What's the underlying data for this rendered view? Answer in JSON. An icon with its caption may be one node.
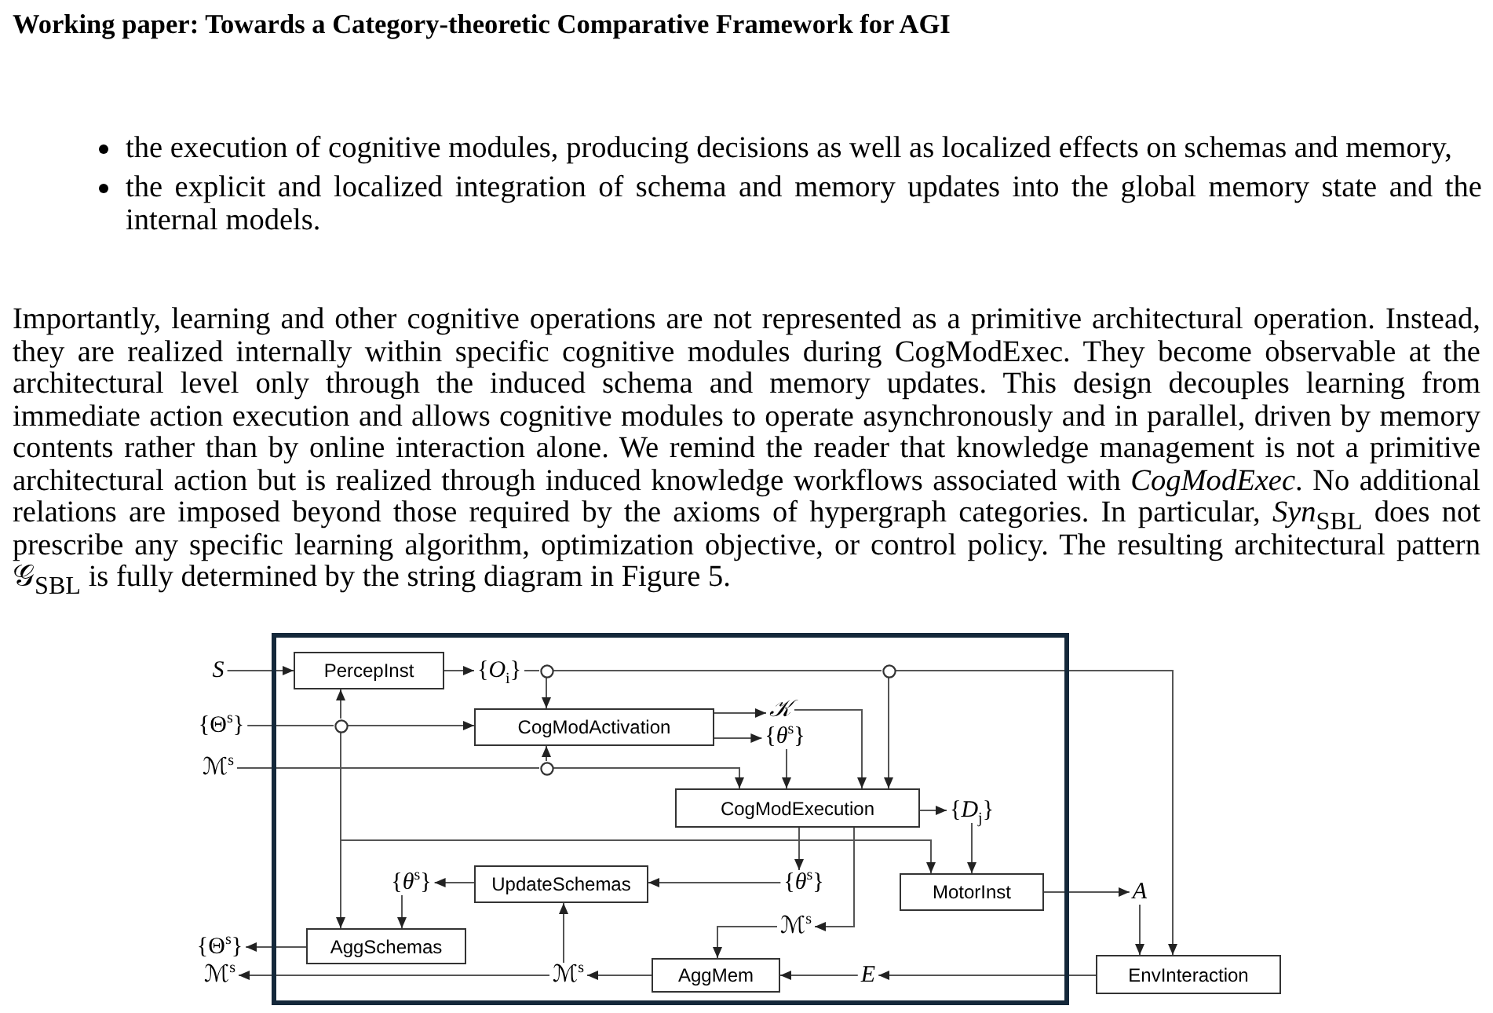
{
  "diagram": {
    "title": "Working paper: Towards a Category-theoretic Comparative Framework for AGI",
    "nodes": [
      {
        "text": [],
        "shape": "box"
      },
      {
        "text": [
          "S"
        ]
      },
      {
        "text": [
          "PercepInst"
        ],
        "in": 0
      },
      {
        "text": [
          "{*O*$_{i}$}"
        ],
        "in": 0
      },
      {
        "text": [],
        "shape": "circle",
        "in": 0
      },
      {
        "text": [],
        "shape": "circle",
        "in": 0
      },
      {
        "text": [
          "{Θ$^{s}$}"
        ]
      },
      {
        "text": [],
        "shape": "circle",
        "in": 0
      },
      {
        "text": [
          "CogModActivation"
        ],
        "in": 0
      },
      {
        "text": [
          "𝒦"
        ],
        "in": 0
      },
      {
        "text": [
          "{*θ*$^{s}$}"
        ],
        "in": 0
      },
      {
        "text": [
          "ℳ$^{s}$"
        ]
      },
      {
        "text": [],
        "shape": "circle",
        "in": 0
      },
      {
        "text": [
          "CogModExecution"
        ],
        "in": 0
      },
      {
        "text": [
          "{*D*$_{j}$}"
        ],
        "in": 0
      },
      {
        "text": [
          "{*θ*$^{s}$}"
        ],
        "in": 0
      },
      {
        "text": [
          "UpdateSchemas"
        ],
        "in": 0
      },
      {
        "text": [
          "{*θ*$^{s}$}"
        ],
        "in": 0
      },
      {
        "text": [
          "MotorInst"
        ],
        "in": 0
      },
      {
        "text": [
          "A"
        ]
      },
      {
        "text": [
          "ℳ$^{s}$"
        ],
        "in": 0
      },
      {
        "text": [
          "{Θ$^{s}$}"
        ]
      },
      {
        "text": [
          "AggSchemas"
        ],
        "in": 0
      },
      {
        "text": [
          "ℳ$^{s}$"
        ]
      },
      {
        "text": [
          "ℳ$^{s}$"
        ],
        "in": 0
      },
      {
        "text": [
          "AggMem"
        ],
        "in": 0
      },
      {
        "text": [
          "E"
        ],
        "in": 0
      },
      {
        "text": [
          "EnvInteraction"
        ]
      }
    ],
    "edges": [
      {
        "from": 1,
        "to": 2,
        "arrow": "to"
      },
      {
        "from": 2,
        "to": 3,
        "arrow": "to"
      },
      {
        "from": 3,
        "to": 4,
        "arrow": "none"
      },
      {
        "from": 4,
        "to": 8,
        "arrow": "to"
      },
      {
        "from": 4,
        "to": 5,
        "arrow": "none"
      },
      {
        "from": 5,
        "to": 13,
        "arrow": "to"
      },
      {
        "from": 5,
        "to": 27,
        "arrow": "to"
      },
      {
        "from": 6,
        "to": 7,
        "arrow": "none"
      },
      {
        "from": 7,
        "to": 2,
        "arrow": "to"
      },
      {
        "from": 7,
        "to": 8,
        "arrow": "to"
      },
      {
        "from": 7,
        "to": 22,
        "arrow": "to"
      },
      {
        "from": 7,
        "to": 18,
        "arrow": "to"
      },
      {
        "from": 11,
        "to": 12,
        "arrow": "none"
      },
      {
        "from": 12,
        "to": 8,
        "arrow": "to"
      },
      {
        "from": 12,
        "to": 13,
        "arrow": "to"
      },
      {
        "from": 8,
        "to": 9,
        "arrow": "to"
      },
      {
        "from": 8,
        "to": 10,
        "arrow": "to"
      },
      {
        "from": 9,
        "to": 13,
        "arrow": "to"
      },
      {
        "from": 10,
        "to": 13,
        "arrow": "to"
      },
      {
        "from": 13,
        "to": 14,
        "arrow": "to"
      },
      {
        "from": 14,
        "to": 18,
        "arrow": "to"
      },
      {
        "from": 13,
        "to": 17,
        "arrow": "to"
      },
      {
        "from": 13,
        "to": 20,
        "arrow": "to"
      },
      {
        "from": 17,
        "to": 16,
        "arrow": "to"
      },
      {
        "from": 16,
        "to": 15,
        "arrow": "to"
      },
      {
        "from": 15,
        "to": 22,
        "arrow": "to"
      },
      {
        "from": 22,
        "to": 21,
        "arrow": "to"
      },
      {
        "from": 20,
        "to": 25,
        "arrow": "to"
      },
      {
        "from": 25,
        "to": 24,
        "arrow": "to"
      },
      {
        "from": 24,
        "to": 23,
        "arrow": "to"
      },
      {
        "from": 24,
        "to": 16,
        "arrow": "to"
      },
      {
        "from": 27,
        "to": 26,
        "arrow": "to"
      },
      {
        "from": 26,
        "to": 25,
        "arrow": "to"
      },
      {
        "from": 18,
        "to": 19,
        "arrow": "to"
      },
      {
        "from": 19,
        "to": 27,
        "arrow": "to"
      }
    ],
    "labels": [
      "the execution of cognitive modules, producing decisions as well as localized effects on schemas and memory,",
      "the explicit and localized integration of schema and memory updates into the global memory state and the internal models.",
      "Importantly, learning and other cognitive operations are not represented as a primitive architectural operation. Instead, they are realized internally within specific cognitive modules during CogModExec. They become observable at the architectural level only through the induced schema and memory updates. This design decouples learning from immediate action execution and allows cognitive modules to operate asynchronously and in parallel, driven by memory contents rather than by online interaction alone. We remind the reader that knowledge management is not a primitive architectural action but is realized through induced knowledge workflows associated with *CogModExec*. No additional relations are imposed beyond those required by the axioms of hypergraph categories. In particular, *Syn*$_{SBL}$ does not prescribe any specific learning algorithm, optimization objective, or control policy. The resulting architectural pattern 𝒢$_{SBL}$ is fully determined by the string diagram in Figure 5."
    ]
  }
}
